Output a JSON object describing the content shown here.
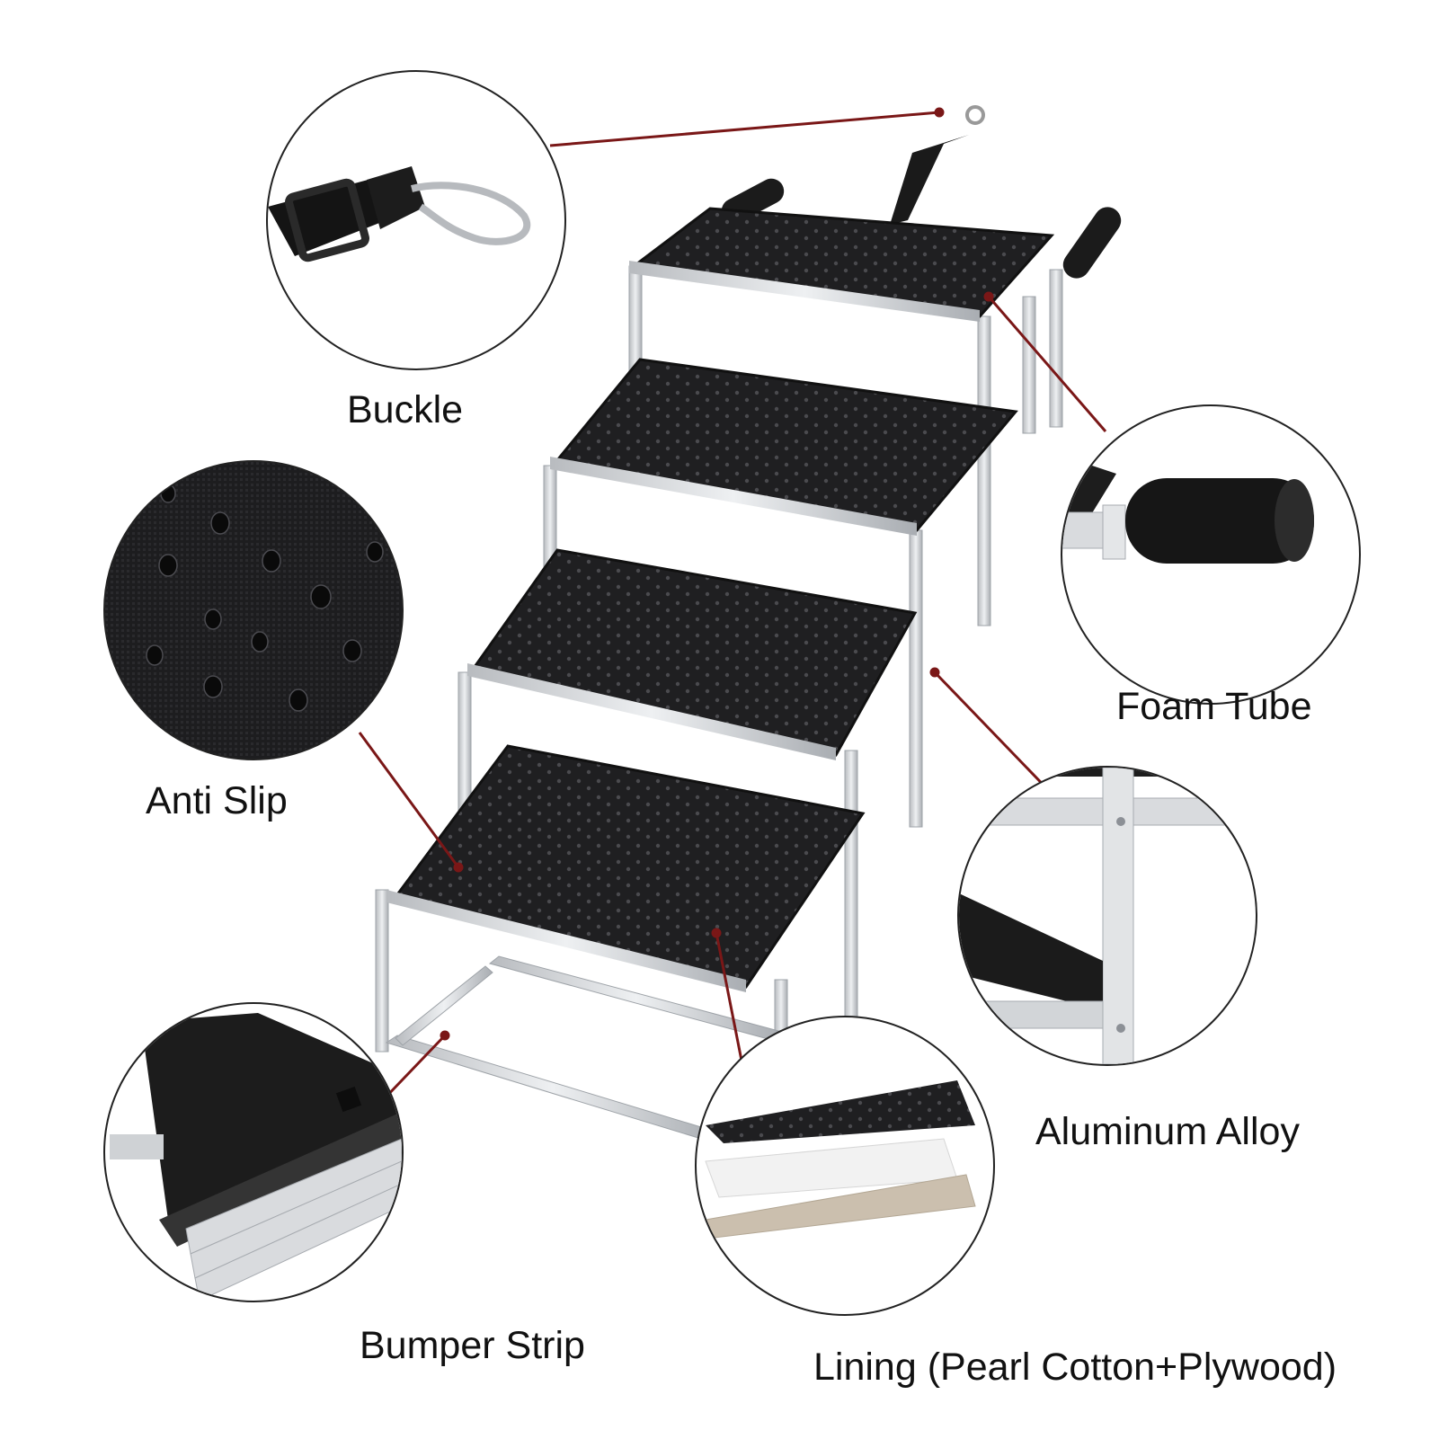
{
  "labels": {
    "buckle": "Buckle",
    "foam_tube": "Foam Tube",
    "anti_slip": "Anti Slip",
    "aluminum_alloy": "Aluminum Alloy",
    "bumper_strip": "Bumper Strip",
    "lining": "Lining (Pearl Cotton+Plywood)"
  },
  "colors": {
    "background": "#ffffff",
    "callout_line": "#7a1717",
    "frame": "#d4d6d9",
    "step_fabric": "#1f1f21",
    "text": "#111111"
  }
}
